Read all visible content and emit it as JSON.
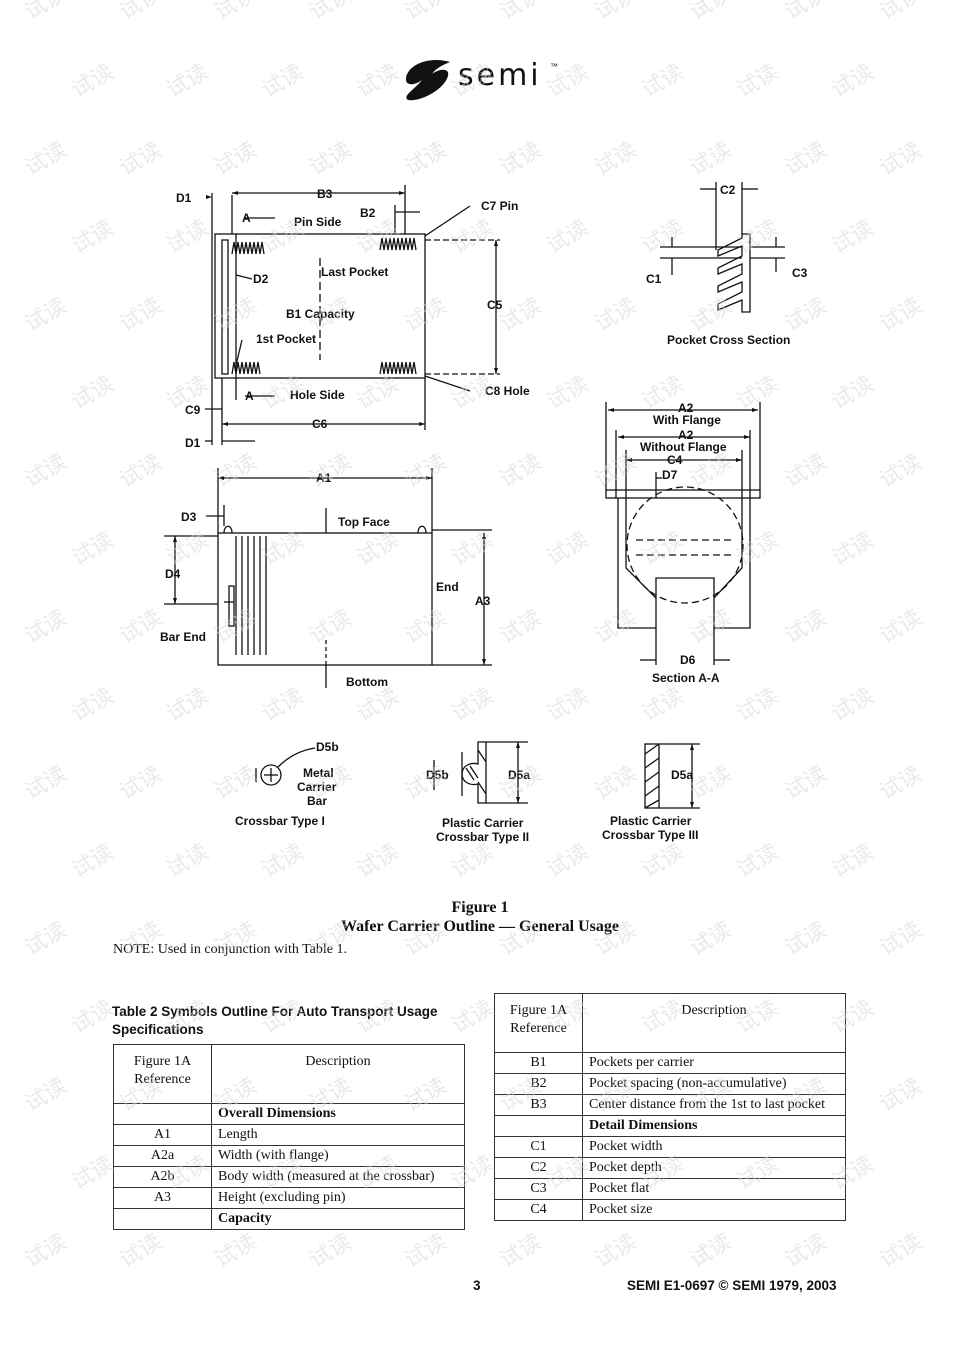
{
  "logo": {
    "text": "semi",
    "trademark": "™"
  },
  "figure": {
    "labels": {
      "d1_top": "D1",
      "b3": "B3",
      "a_top": "A",
      "pin_side": "Pin Side",
      "b2": "B2",
      "c7_pin": "C7 Pin",
      "last_pocket": "Last Pocket",
      "d2": "D2",
      "c5": "C5",
      "b1_capacity": "B1 Capacity",
      "first_pocket": "1st Pocket",
      "a_bottom": "A",
      "hole_side": "Hole Side",
      "c8_hole": "C8 Hole",
      "c9": "C9",
      "c6": "C6",
      "d1_bottom": "D1",
      "c2": "C2",
      "c1": "C1",
      "c3": "C3",
      "pocket_cross_section": "Pocket Cross Section",
      "a2_with": "A2",
      "with_flange": "With Flange",
      "a2_without": "A2",
      "without_flange": "Without Flange",
      "c4": "C4",
      "d7": "D7",
      "d6": "D6",
      "section_aa": "Section A-A",
      "a1": "A1",
      "d3": "D3",
      "top_face": "Top Face",
      "d4": "D4",
      "end": "End",
      "a3": "A3",
      "bar_end": "Bar End",
      "bottom": "Bottom",
      "d5b_1": "D5b",
      "metal_carrier_bar_1": "Metal",
      "metal_carrier_bar_2": "Carrier",
      "metal_carrier_bar_3": "Bar",
      "crossbar_type_1": "Crossbar Type I",
      "d5b_2": "D5b",
      "d5a_2": "D5a",
      "plastic_carrier_2": "Plastic Carrier",
      "crossbar_type_2": "Crossbar Type II",
      "d5a_3": "D5a",
      "plastic_carrier_3": "Plastic Carrier",
      "crossbar_type_3": "Crossbar Type III"
    },
    "caption_line1": "Figure 1",
    "caption_line2": "Wafer Carrier Outline — General Usage"
  },
  "note": "NOTE: Used in conjunction with Table 1.",
  "table2": {
    "title": "Table 2  Symbols Outline For Auto Transport Usage Specifications",
    "header": {
      "ref": "Figure 1A Reference",
      "desc": "Description"
    },
    "rows": [
      {
        "ref": "",
        "desc": "Overall Dimensions"
      },
      {
        "ref": "A1",
        "desc": "Length"
      },
      {
        "ref": "A2a",
        "desc": "Width (with flange)"
      },
      {
        "ref": "A2b",
        "desc": "Body width (measured at the crossbar)"
      },
      {
        "ref": "A3",
        "desc": "Height (excluding pin)"
      },
      {
        "ref": "",
        "desc": "Capacity"
      }
    ]
  },
  "table_right": {
    "header": {
      "ref": "Figure 1A Reference",
      "desc": "Description"
    },
    "rows": [
      {
        "ref": "B1",
        "desc": "Pockets per carrier"
      },
      {
        "ref": "B2",
        "desc": "Pocket spacing (non-accumulative)"
      },
      {
        "ref": "B3",
        "desc": "Center distance from the 1st to last pocket"
      },
      {
        "ref": "",
        "desc": "Detail Dimensions"
      },
      {
        "ref": "C1",
        "desc": "Pocket width"
      },
      {
        "ref": "C2",
        "desc": "Pocket depth"
      },
      {
        "ref": "C3",
        "desc": "Pocket flat"
      },
      {
        "ref": "C4",
        "desc": "Pocket size"
      }
    ]
  },
  "footer": {
    "page_number": "3",
    "standard": "SEMI E1-0697 © SEMI 1979, 2003"
  },
  "watermark": "试读"
}
